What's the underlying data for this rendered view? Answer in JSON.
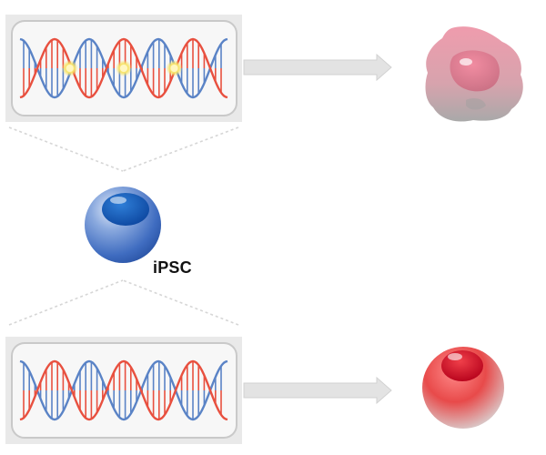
{
  "labels": {
    "stem_cell": "iPSC"
  },
  "colors": {
    "panel_bg": "#e9e9e9",
    "panel_inner": "#f6f6f6",
    "panel_border": "#c9c9c9",
    "dna_red": "#e8503f",
    "dna_blue": "#5a83c6",
    "marker_yellow": "#f7e46a",
    "arrow": "#dcdcdc",
    "ipsc_blue": "#1f5fb8",
    "healthy_red": "#d8182b",
    "diseased_pink": "#e89aa6"
  },
  "panels": [
    {
      "name": "diseased-genome",
      "has_mutation_markers": true
    },
    {
      "name": "corrected-genome",
      "has_mutation_markers": false
    }
  ]
}
